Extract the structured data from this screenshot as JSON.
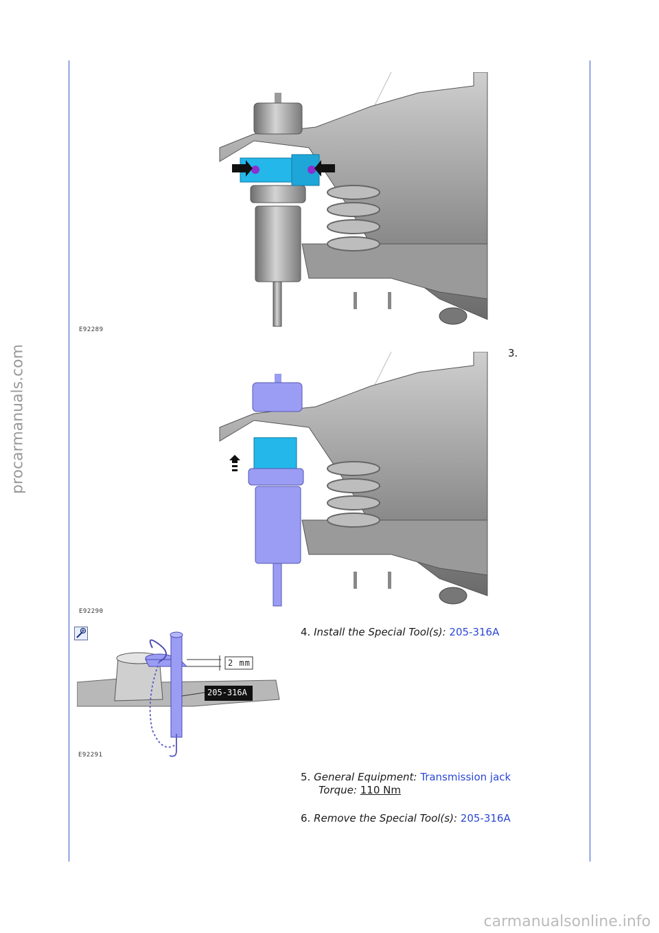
{
  "sidebar": {
    "text": "procarmanuals.com"
  },
  "figures": [
    {
      "id": "E92289"
    },
    {
      "id": "E92290"
    },
    {
      "id": "E92291",
      "dim_label": "2 mm",
      "tool_label": "205-316A"
    }
  ],
  "steps": {
    "s3": {
      "number": "3."
    },
    "s4": {
      "number": "4.",
      "text": "Install the Special Tool(s):",
      "link": "205-316A"
    },
    "s5": {
      "number": "5.",
      "text": "General Equipment:",
      "link": "Transmission jack",
      "torque_label": "Torque:",
      "torque_value": "110 Nm"
    },
    "s6": {
      "number": "6.",
      "text": "Remove the Special Tool(s):",
      "link": "205-316A"
    }
  },
  "watermark": {
    "text": "carmanualsonline.info"
  },
  "colors": {
    "rule": "#3355cc",
    "link": "#2b47d4",
    "tool_cyan": "#23b7ea",
    "tool_lavender": "#9b9cf4"
  }
}
